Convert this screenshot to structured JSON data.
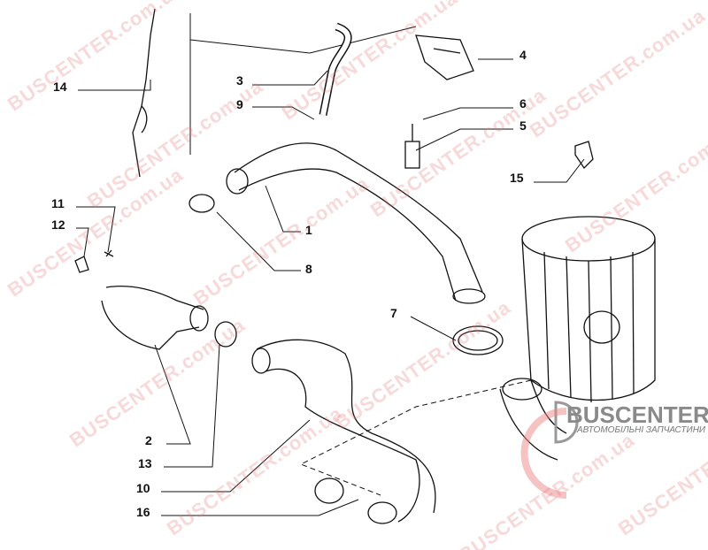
{
  "watermark": "BUSCENTER.com.ua",
  "logo": {
    "name": "BUSCENTER",
    "subtitle": "АВТОМОБІЛЬНІ ЗАПЧАСТИНИ"
  },
  "callouts": [
    "14",
    "3",
    "4",
    "9",
    "6",
    "5",
    "15",
    "1",
    "11",
    "12",
    "8",
    "7",
    "2",
    "13",
    "10",
    "16"
  ],
  "colors": {
    "line": "#111111",
    "watermark": "#e67878",
    "logo": "#8a8a8a"
  }
}
